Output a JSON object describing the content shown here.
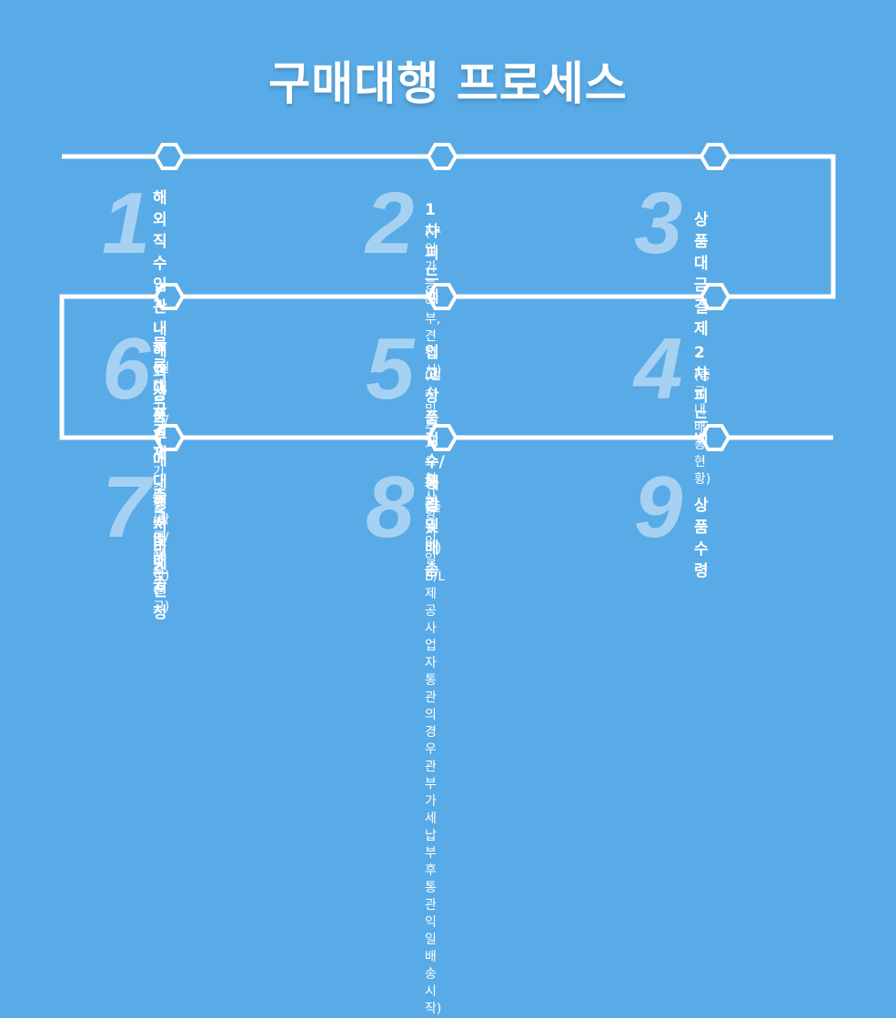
{
  "title": "구매대행 프로세스",
  "colors": {
    "background": "#58abe6",
    "line": "#ffffff",
    "number": "#a7d1f2"
  },
  "steps": [
    {
      "number": "1",
      "label": "해외직수입관 내\n해외상품구매대행\n서비스 신청",
      "sub": ""
    },
    {
      "number": "2",
      "label": "1차 피드백",
      "sub": "(구입가능여부, 견적서)"
    },
    {
      "number": "3",
      "label": "상품대금 결제",
      "sub": ""
    },
    {
      "number": "4",
      "label": "2차 피드백",
      "sub": "(중국 내 배송현황)"
    },
    {
      "number": "5",
      "label": "입고상품검수/패킹",
      "sub": "(검수 및 추가 요청사항 처리)"
    },
    {
      "number": "6",
      "label": "물류대금 결제",
      "sub": "(실제부피/무게기준\n물류비 산정)"
    },
    {
      "number": "7",
      "label": "출고 및 배송",
      "sub": "(항공/해운 출고)"
    },
    {
      "number": "8",
      "label": "통관 및 배송",
      "sub": "(출고익일 B/L제공\n사업자통관의 경우\n관부가세 납부 후 통관\n익일배송 시작)"
    },
    {
      "number": "9",
      "label": "상품수령",
      "sub": ""
    }
  ]
}
